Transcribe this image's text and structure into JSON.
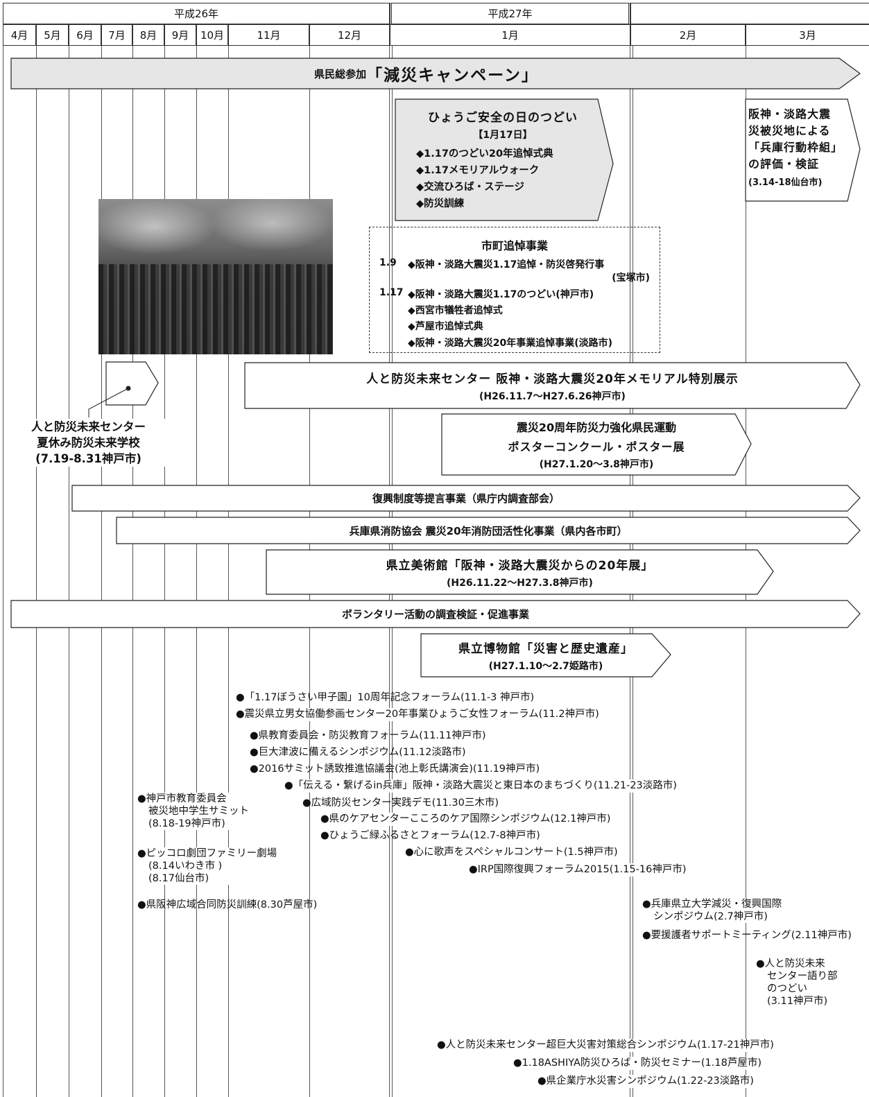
{
  "header": {
    "era1": "平成26年",
    "era2": "平成27年",
    "months": [
      "4月",
      "5月",
      "6月",
      "7月",
      "8月",
      "9月",
      "10月",
      "11月",
      "12月",
      "1月",
      "2月",
      "3月"
    ]
  },
  "campaign": "県民総参加",
  "campaign_bracket": "「減災キャンペーン」",
  "tsudoi": {
    "title": "ひょうご安全の日のつどい",
    "date": "【1月17日】",
    "items": [
      "◆1.17のつどい20年追悼式典",
      "◆1.17メモリアルウォーク",
      "◆交流ひろば・ステージ",
      "◆防災訓練"
    ]
  },
  "sendai": {
    "lines": [
      "阪神・淡路大震",
      "災被災地による",
      "「兵庫行動枠組」",
      "の評価・検証"
    ],
    "sub": "(3.14-18仙台市)"
  },
  "memorial": {
    "title": "市町追悼事業",
    "l1_date": "1.9",
    "l1": "◆阪神・淡路大震災1.17追悼・防災啓発行事",
    "l1b": "(宝塚市)",
    "l2_date": "1.17",
    "l2": "◆阪神・淡路大震災1.17のつどい(神戸市)",
    "l3": "◆西宮市犠牲者追悼式",
    "l4": "◆芦屋市追悼式典",
    "l5": "◆阪神・淡路大震災20年事業追悼事業(淡路市)"
  },
  "summer_school": {
    "lines": [
      "人と防災未来センター",
      "夏休み防災未来学校",
      "(7.19-8.31神戸市)"
    ]
  },
  "center_exhibit": {
    "title": "人と防災未来センター 阪神・淡路大震災20年メモリアル特別展示",
    "sub": "(H26.11.7～H27.6.26神戸市)"
  },
  "poster": {
    "l1": "震災20周年防災力強化県民運動",
    "l2": "ポスターコンクール・ポスター展",
    "sub": "(H27.1.20～3.8神戸市)"
  },
  "fukko": "復興制度等提言事業（県庁内調査部会）",
  "fire": "兵庫県消防協会 震災20年消防団活性化事業（県内各市町）",
  "museum_art": {
    "title": "県立美術館「阪神・淡路大震災からの20年展」",
    "sub": "(H26.11.22～H27.3.8神戸市)"
  },
  "volunteer": "ボランタリー活動の調査検証・促進事業",
  "museum_history": {
    "title": "県立博物館「災害と歴史遺産」",
    "sub": "(H27.1.10～2.7姫路市)"
  },
  "events": [
    "●「1.17ぼうさい甲子園」10周年記念フォーラム(11.1-3 神戸市)",
    "●震災県立男女協働参画センター20年事業ひょうご女性フォーラム(11.2神戸市)",
    "●県教育委員会・防災教育フォーラム(11.11神戸市)",
    "●巨大津波に備えるシンポジウム(11.12淡路市)",
    "●2016サミット誘致推進協議会(池上彰氏講演会)(11.19神戸市)",
    "●「伝える・繋げるin兵庫」阪神・淡路大震災と東日本のまちづくり(11.21-23淡路市)",
    "●広域防災センター実践デモ(11.30三木市)",
    "●県のケアセンターこころのケア国際シンポジウム(12.1神戸市)",
    "●ひょうご緑ふるさとフォーラム(12.7-8神戸市)",
    "●心に歌声をスペシャルコンサート(1.5神戸市)",
    "●IRP国際復興フォーラム2015(1.15-16神戸市)",
    "●人と防災未来センター超巨大災害対策総合シンポジウム(1.17-21神戸市)",
    "●1.18ASHIYA防災ひろば・防災セミナー(1.18芦屋市)",
    "●県企業庁水災害シンポジウム(1.22-23淡路市)"
  ],
  "left_events": {
    "summit": [
      "●神戸市教育委員会",
      "被災地中学生サミット",
      "(8.18-19神戸市)"
    ],
    "piccolo": [
      "●ピッコロ劇団ファミリー劇場",
      "(8.14いわき市 )",
      "(8.17仙台市)"
    ],
    "drill": "●県阪神広域合同防災訓練(8.30芦屋市)"
  },
  "right_events": {
    "univ": [
      "●兵庫県立大学減災・復興国際",
      "シンポジウム(2.7神戸市)"
    ],
    "support": "●要援護者サポートミーティング(2.11神戸市)",
    "kataribe": [
      "●人と防災未来",
      "センター語り部",
      "のつどい",
      "(3.11神戸市)"
    ]
  }
}
